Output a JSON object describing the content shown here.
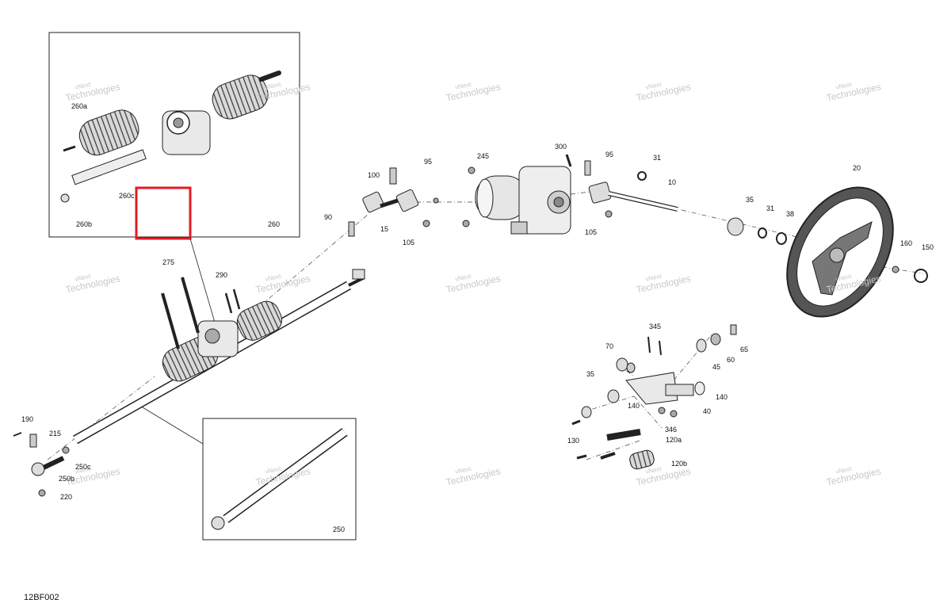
{
  "diagram_code": "12BF002",
  "watermark": {
    "line1": "vNext",
    "line2": "Technologies"
  },
  "callouts": {
    "c260a": "260a",
    "c260c": "260c",
    "c260b": "260b",
    "c260": "260",
    "c100": "100",
    "c95a": "95",
    "c90": "90",
    "c15": "15",
    "c105a": "105",
    "c245": "245",
    "c300": "300",
    "c95b": "95",
    "c105b": "105",
    "c31a": "31",
    "c10": "10",
    "c35a": "35",
    "c31b": "31",
    "c38": "38",
    "c20": "20",
    "c160": "160",
    "c150": "150",
    "c275": "275",
    "c290": "290",
    "c345": "345",
    "c70": "70",
    "c65": "65",
    "c35b": "35",
    "c45": "45",
    "c60": "60",
    "c140a": "140",
    "c40": "40",
    "c140b": "140",
    "c346": "346",
    "c120a": "120a",
    "c130": "130",
    "c120b": "120b",
    "c190": "190",
    "c215": "215",
    "c250c": "250c",
    "c250b": "250b",
    "c220": "220",
    "c250": "250"
  },
  "highlight_color": "#e21b23",
  "line_color": "#222222"
}
